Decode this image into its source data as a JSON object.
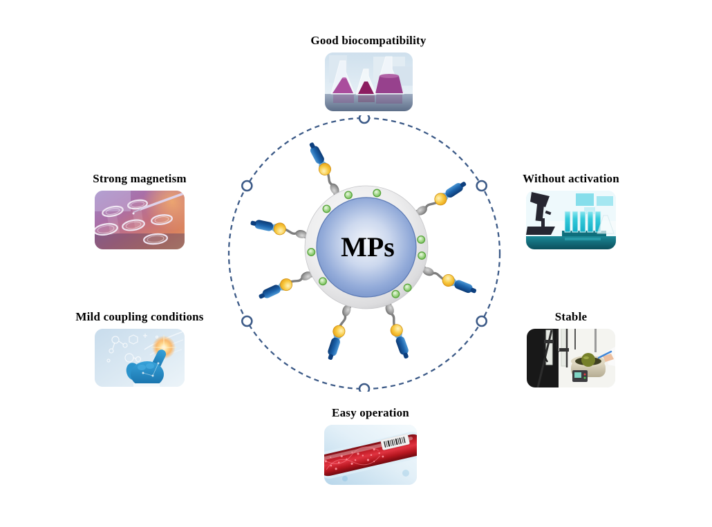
{
  "diagram": {
    "center_label": "MPs",
    "features": [
      {
        "key": "good-biocompatibility",
        "label": "Good biocompatibility",
        "position": "top",
        "image_alt": "Conical glass flasks filled with purple liquid on a reflective lab bench"
      },
      {
        "key": "without-activation",
        "label": "Without activation",
        "position": "upper-right",
        "image_alt": "Microscope silhouette beside test tubes of cyan liquid"
      },
      {
        "key": "stable",
        "label": "Stable",
        "position": "lower-right",
        "image_alt": "Rotary evaporator apparatus with a researcher taking notes"
      },
      {
        "key": "easy-operation",
        "label": "Easy operation",
        "position": "bottom",
        "image_alt": "Red blood collection tube with barcode label and DNA strand"
      },
      {
        "key": "mild-coupling-conditions",
        "label": "Mild coupling conditions",
        "position": "lower-left",
        "image_alt": "Blue-gloved hand touching a glowing molecular network"
      },
      {
        "key": "strong-magnetism",
        "label": "Strong magnetism",
        "position": "upper-left",
        "image_alt": "Glass test tubes and pipette under purple and orange light"
      }
    ],
    "colors": {
      "orbit": "#3c5a87",
      "sphere_blue": "#7f9bce",
      "shell_gray": "#e9e9e9",
      "bead_green": "#5cb044",
      "ball_gold": "#f0a824",
      "antibody_blue": "#10508f",
      "linker_gray": "#7d7d7d",
      "label_text": "#000000"
    }
  }
}
